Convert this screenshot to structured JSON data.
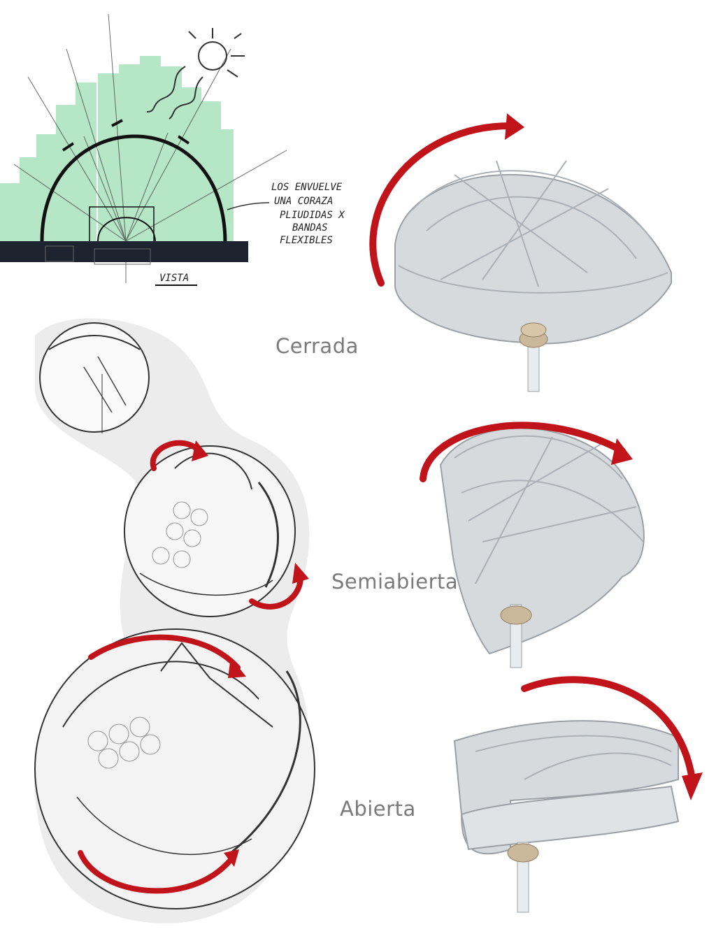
{
  "sketch": {
    "note_lines": [
      "LOS ENVUELVE",
      "UNA CORAZA",
      "PLIUDIDAS X",
      "BANDAS",
      "FLEXIBLES"
    ],
    "view_label": "VISTA"
  },
  "stages": {
    "closed": "Cerrada",
    "semi_open": "Semiabierta",
    "open": "Abierta"
  },
  "colors": {
    "arrow": "#c0141a",
    "sketch_green": "#8fd9a8",
    "ink": "#1a1a1a",
    "label_gray": "#7a7a7a",
    "plastic": "#c9ced3"
  }
}
